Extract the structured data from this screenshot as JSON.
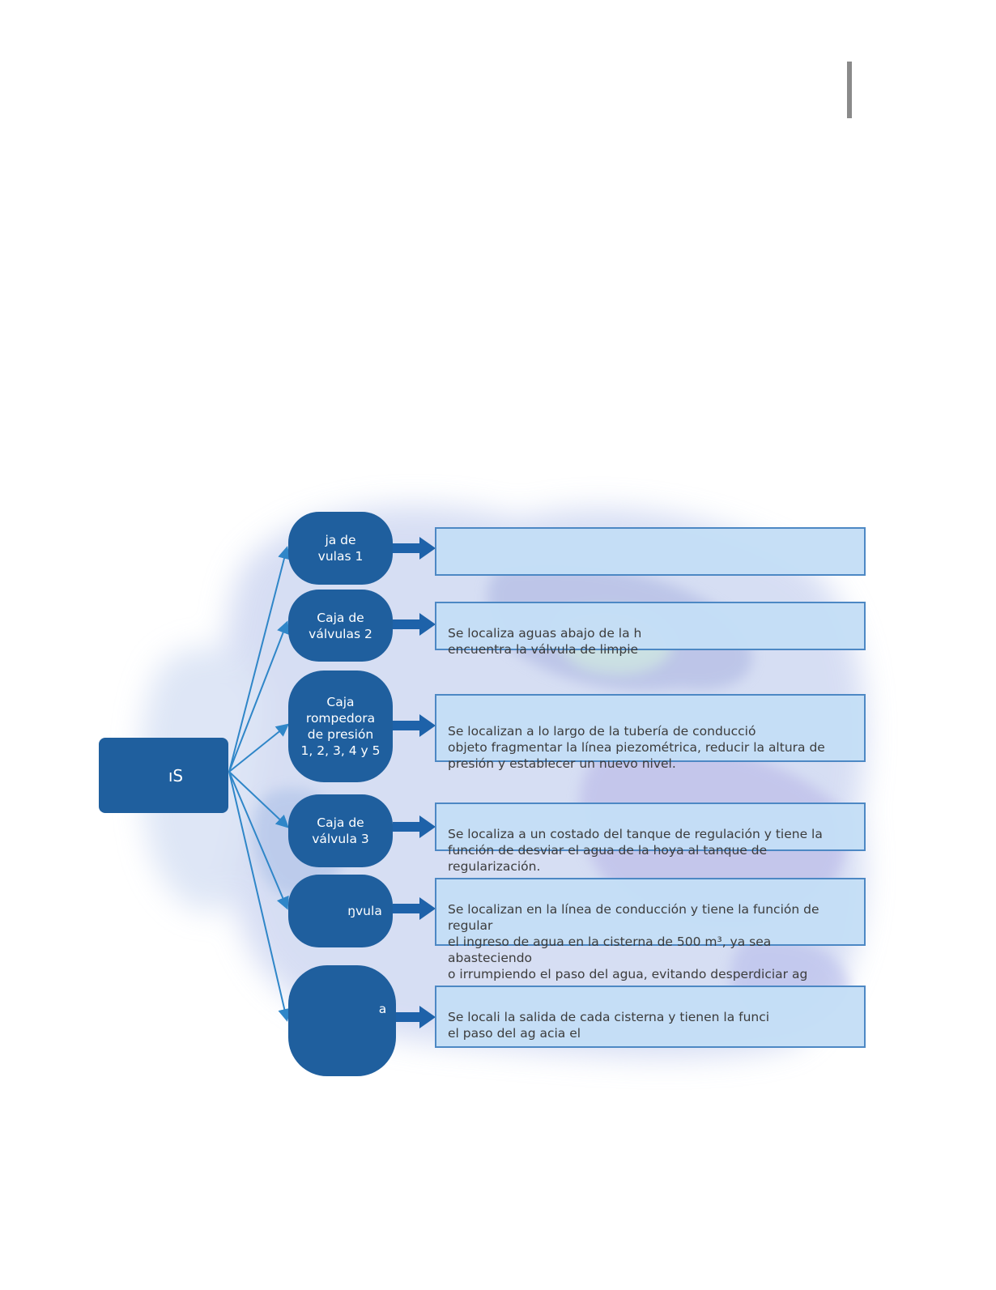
{
  "colors": {
    "node_fill": "#1f5f9e",
    "node_text": "#ffffff",
    "desc_fill": "#c4def6",
    "desc_border": "#4d88c4",
    "connector": "#2f86c8",
    "arrow": "#1e62a9",
    "page_bar": "#8a8a8a"
  },
  "root": {
    "label": "ıS"
  },
  "nodes": [
    {
      "label": "ja de\nvulas 1",
      "description": ""
    },
    {
      "label": "Caja de\nválvulas 2",
      "description": "Se localiza aguas abajo de la h\nencuentra la válvula de limpie"
    },
    {
      "label": "Caja\nrompedora\nde presión\n1, 2, 3, 4 y 5",
      "description": "Se localizan a lo largo de la tubería de conducció\nobjeto fragmentar la línea piezométrica, reducir la altura de\npresión y establecer un nuevo nivel."
    },
    {
      "label": "Caja de\nválvula 3",
      "description": "Se localiza a un costado del tanque de regulación y tiene la\nfunción de desviar el agua de la hoya al tanque de regularización."
    },
    {
      "label": "ŋvula",
      "description": "Se localizan en la línea de conducción y tiene la función de regular\nel ingreso de agua en la cisterna de 500 m³, ya sea abasteciendo\no irrumpiendo el paso del agua, evitando desperdiciar ag"
    },
    {
      "label": "a",
      "description": "Se locali   la salida de cada cisterna y tienen la funci\n              el paso del ag     acia el"
    }
  ]
}
